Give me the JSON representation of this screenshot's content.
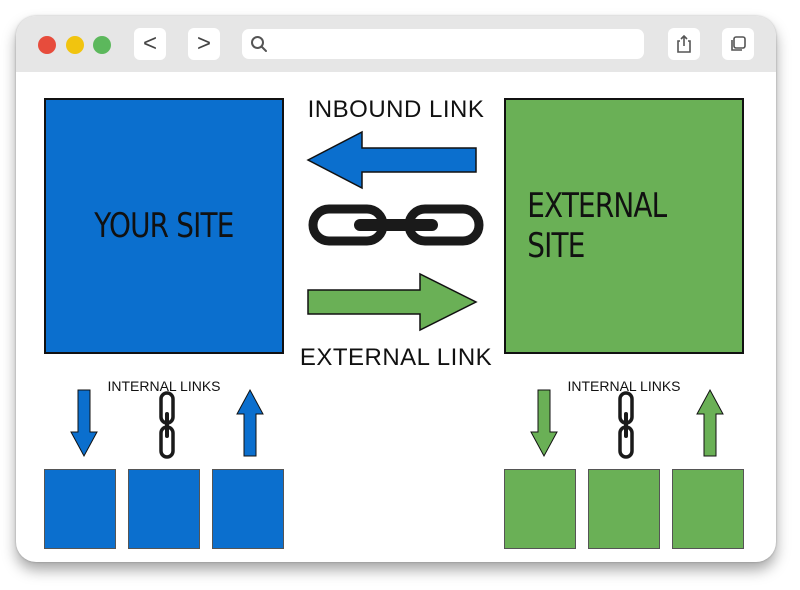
{
  "browser": {
    "nav_back": "<",
    "nav_forward": ">",
    "address_value": "",
    "window_dots": [
      "#e74c3c",
      "#f1c40f",
      "#5cb85c"
    ]
  },
  "diagram": {
    "your_site_label": "YOUR SITE",
    "external_site_label": "EXTERNAL SITE",
    "inbound_label": "INBOUND LINK",
    "external_link_label": "EXTERNAL LINK",
    "left_internal_label": "INTERNAL LINKS",
    "right_internal_label": "INTERNAL LINKS"
  },
  "colors": {
    "your_site": "#0b6fce",
    "external_site": "#6ab056",
    "chain": "#1a1a1a"
  },
  "icons": [
    "search-icon",
    "share-icon",
    "tabs-icon",
    "chain-link-icon",
    "arrow-left-icon",
    "arrow-right-icon",
    "arrow-down-icon",
    "arrow-up-icon"
  ]
}
